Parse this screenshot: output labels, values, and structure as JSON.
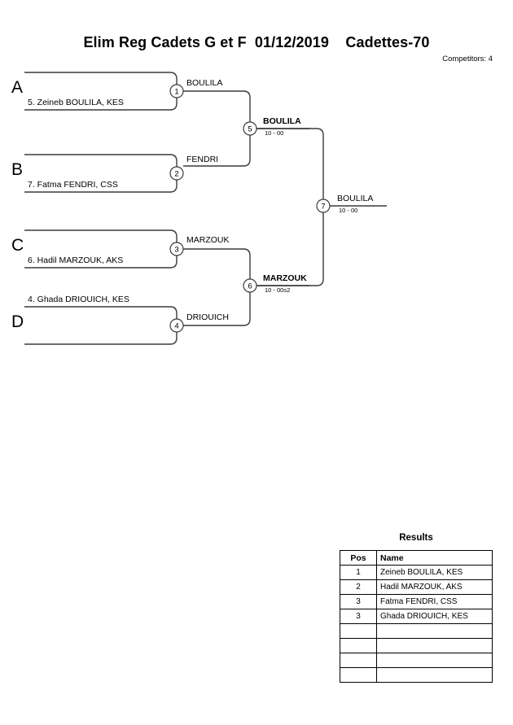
{
  "header": {
    "title": "Elim Reg Cadets G et F  01/12/2019    Cadettes-70",
    "competitors": "Competitors: 4"
  },
  "bracket": {
    "slots": [
      {
        "letter": "A",
        "name": "5. Zeineb BOULILA, KES",
        "name_position": "bottom"
      },
      {
        "letter": "B",
        "name": "7. Fatma FENDRI, CSS",
        "name_position": "bottom"
      },
      {
        "letter": "C",
        "name": "6. Hadil MARZOUK, AKS",
        "name_position": "bottom"
      },
      {
        "letter": "D",
        "name": "4. Ghada DRIOUICH, KES",
        "name_position": "top"
      }
    ],
    "matches": [
      {
        "number": "1",
        "winner": "BOULILA",
        "score": "",
        "bold": false
      },
      {
        "number": "2",
        "winner": "FENDRI",
        "score": "",
        "bold": false
      },
      {
        "number": "3",
        "winner": "MARZOUK",
        "score": "",
        "bold": false
      },
      {
        "number": "4",
        "winner": "DRIOUICH",
        "score": "",
        "bold": false
      },
      {
        "number": "5",
        "winner": "BOULILA",
        "score": "10 - 00",
        "bold": true
      },
      {
        "number": "6",
        "winner": "MARZOUK",
        "score": "10 - 00s2",
        "bold": true
      },
      {
        "number": "7",
        "winner": "BOULILA",
        "score": "10 - 00",
        "bold": false
      }
    ]
  },
  "results": {
    "title": "Results",
    "columns": [
      "Pos",
      "Name"
    ],
    "rows": [
      {
        "pos": "1",
        "name": "Zeineb BOULILA, KES"
      },
      {
        "pos": "2",
        "name": "Hadil MARZOUK, AKS"
      },
      {
        "pos": "3",
        "name": "Fatma FENDRI, CSS"
      },
      {
        "pos": "3",
        "name": "Ghada DRIOUICH, KES"
      },
      {
        "pos": "",
        "name": ""
      },
      {
        "pos": "",
        "name": ""
      },
      {
        "pos": "",
        "name": ""
      },
      {
        "pos": "",
        "name": ""
      }
    ]
  },
  "colors": {
    "line": "#3a3a3a",
    "text": "#000000",
    "background": "#ffffff"
  }
}
